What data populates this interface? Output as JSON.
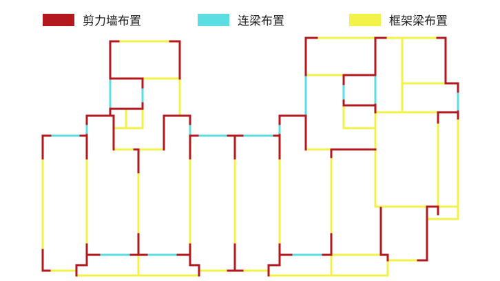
{
  "legend": [
    {
      "key": "shear_wall",
      "label": "剪力墙布置",
      "color": "#b3181e"
    },
    {
      "key": "coupling_beam",
      "label": "连梁布置",
      "color": "#5cdde2"
    },
    {
      "key": "frame_beam",
      "label": "框架梁布置",
      "color": "#f2f248"
    }
  ]
}
